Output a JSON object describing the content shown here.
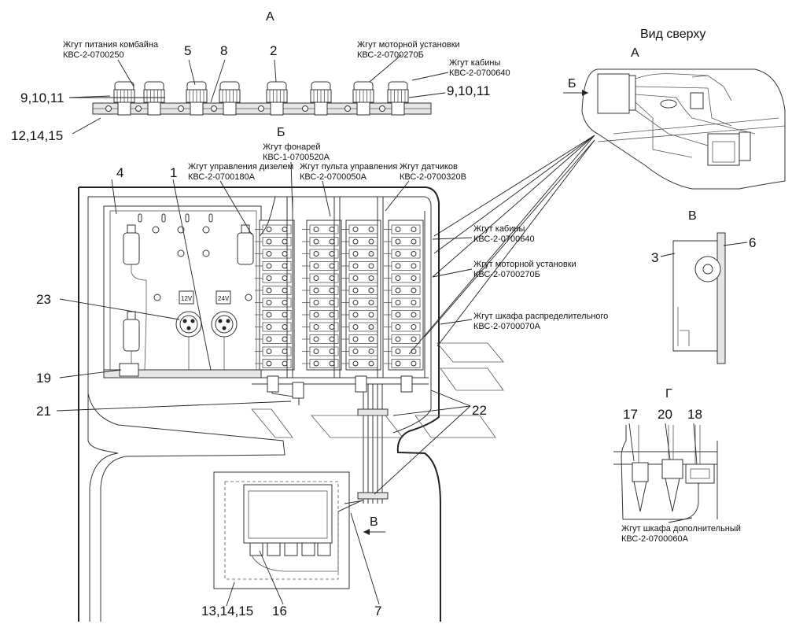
{
  "views": {
    "a": "А",
    "top_view": "Вид сверху",
    "top_view_marker": "А",
    "b": "Б",
    "b_arrow": "Б",
    "v": "В",
    "v_arrow": "В",
    "g": "Г"
  },
  "harness_labels": [
    {
      "id": "power",
      "name": "Жгут питания комбайна",
      "code": "КВС-2-0700250"
    },
    {
      "id": "engine_top",
      "name": "Жгут моторной установки",
      "code": "КВС-2-0700270Б"
    },
    {
      "id": "cabin_top",
      "name": "Жгут кабины",
      "code": "КВС-2-0700640"
    },
    {
      "id": "lights",
      "name": "Жгут фонарей",
      "code": "КВС-1-0700520А"
    },
    {
      "id": "diesel",
      "name": "Жгут управления дизелем",
      "code": "КВС-2-0700180А"
    },
    {
      "id": "console",
      "name": "Жгут пульта управления",
      "code": "КВС-2-0700050А"
    },
    {
      "id": "sensors",
      "name": "Жгут датчиков",
      "code": "КВС-2-0700320В"
    },
    {
      "id": "cabin_mid",
      "name": "Жгут кабины",
      "code": "КВС-2-0700640"
    },
    {
      "id": "engine_mid",
      "name": "Жгут моторной установки",
      "code": "КВС-2-0700270Б"
    },
    {
      "id": "distrib",
      "name": "Жгут шкафа распределительного",
      "code": "КВС-2-0700070А"
    },
    {
      "id": "additional",
      "name": "Жгут шкафа дополнительный",
      "code": "КВС-2-0700060А"
    }
  ],
  "part_numbers": {
    "p5": "5",
    "p8": "8",
    "p2": "2",
    "p9_left": "9,10,11",
    "p9_right": "9,10,11",
    "p12": "12,14,15",
    "p4": "4",
    "p1": "1",
    "p23": "23",
    "p19": "19",
    "p21": "21",
    "p22": "22",
    "p3": "3",
    "p6": "6",
    "p17": "17",
    "p20": "20",
    "p18": "18",
    "p13": "13,14,15",
    "p16": "16",
    "p7": "7"
  },
  "socket_labels": {
    "s12": "12V",
    "s24": "24V"
  }
}
